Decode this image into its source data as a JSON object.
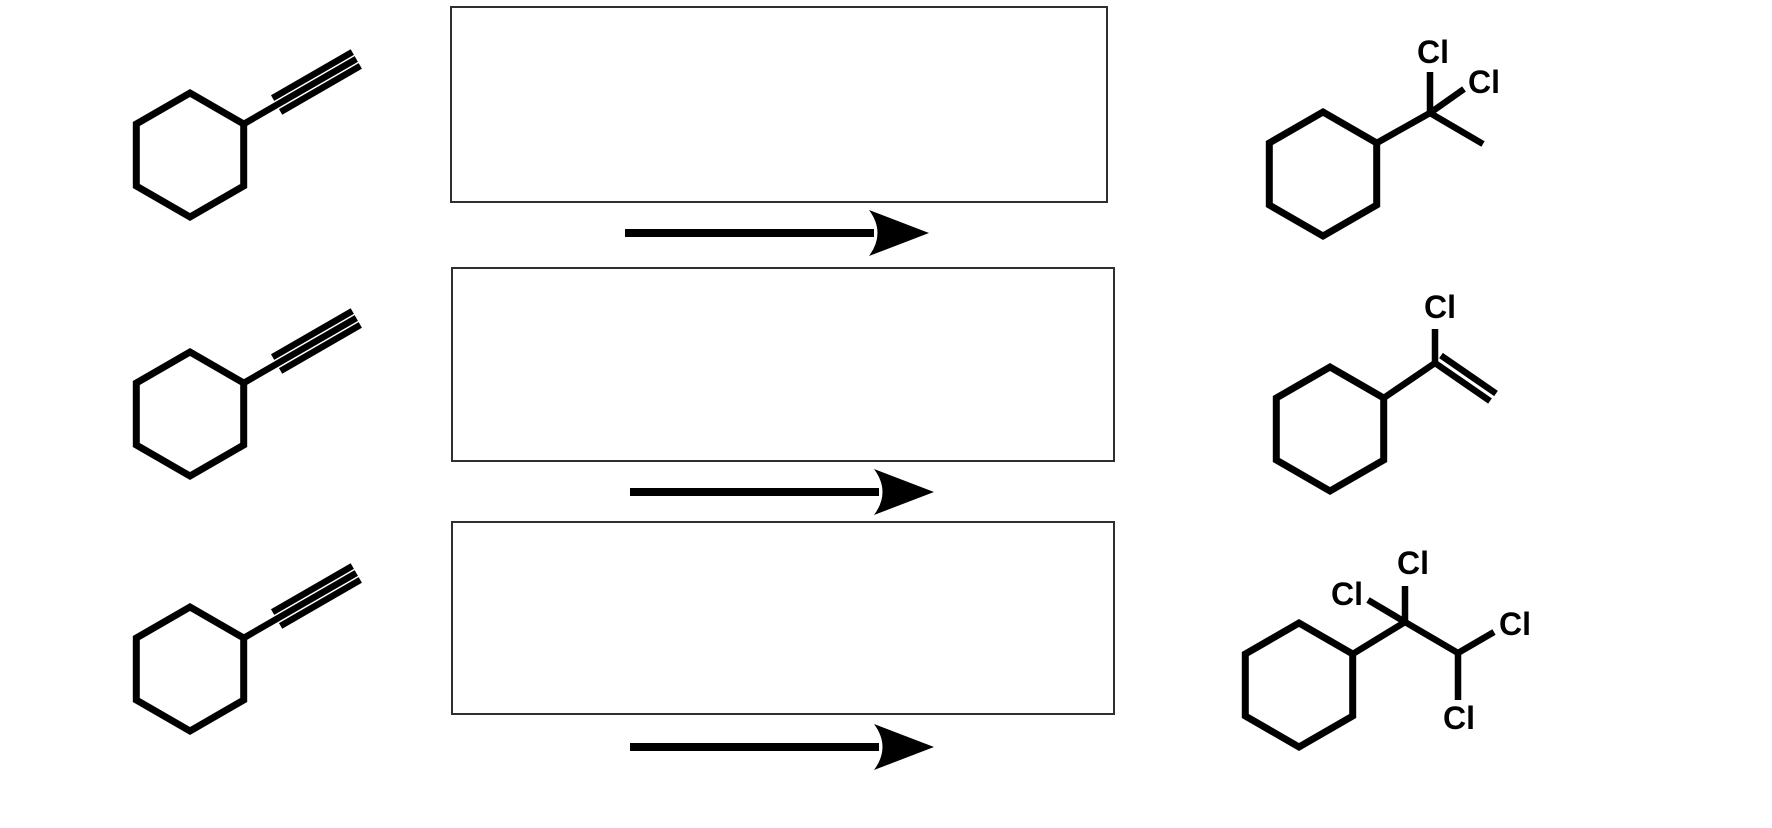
{
  "page": {
    "background": "#ffffff",
    "ink_color": "#000000",
    "box_border_color": "#2f2f2f"
  },
  "reactions": [
    {
      "row": 1,
      "reactant": {
        "name": "ethynylcyclohexane"
      },
      "answer_box": {
        "value": ""
      },
      "arrow": {
        "direction": "right"
      },
      "product": {
        "name": "(1,1-dichloroethyl)cyclohexane",
        "labels": {
          "cl_top": "Cl",
          "cl_right": "Cl"
        }
      }
    },
    {
      "row": 2,
      "reactant": {
        "name": "ethynylcyclohexane"
      },
      "answer_box": {
        "value": ""
      },
      "arrow": {
        "direction": "right"
      },
      "product": {
        "name": "(1-chloroethenyl)cyclohexane",
        "labels": {
          "cl_top": "Cl"
        }
      }
    },
    {
      "row": 3,
      "reactant": {
        "name": "ethynylcyclohexane"
      },
      "answer_box": {
        "value": ""
      },
      "arrow": {
        "direction": "right"
      },
      "product": {
        "name": "(1,1,2,2-tetrachloroethyl)cyclohexane",
        "labels": {
          "cl_top": "Cl",
          "cl_left": "Cl",
          "cl_right": "Cl",
          "cl_bottom": "Cl"
        }
      }
    }
  ]
}
